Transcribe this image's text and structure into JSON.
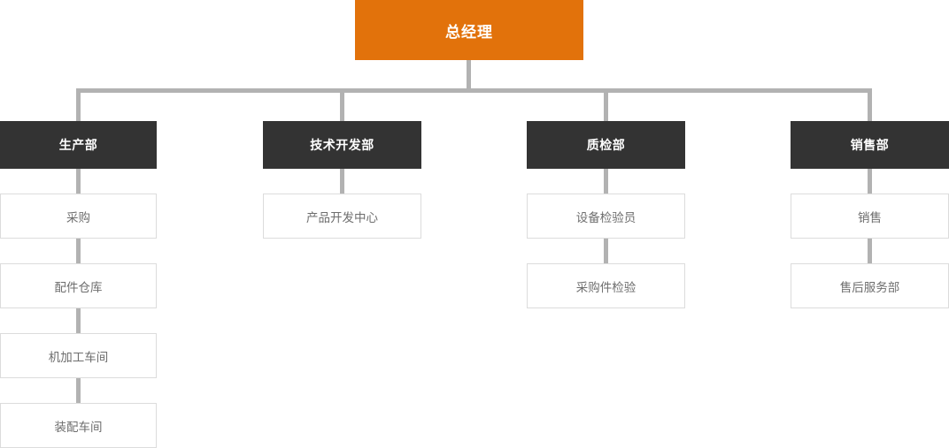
{
  "chart": {
    "title": "",
    "type": "org-chart",
    "colors": {
      "root_background": "#e2720b",
      "root_text": "#ffffff",
      "department_background": "#333333",
      "department_text": "#ffffff",
      "leaf_background": "#ffffff",
      "leaf_border": "#dcdcdc",
      "leaf_text": "#6e6e6e",
      "connector": "#b2b2b2",
      "page_background": "#ffffff"
    },
    "root": {
      "label": "总经理"
    },
    "branches": [
      {
        "department": "生产部",
        "children": [
          {
            "label": "采购"
          },
          {
            "label": "配件仓库"
          },
          {
            "label": "机加工车间"
          },
          {
            "label": "装配车间"
          }
        ]
      },
      {
        "department": "技术开发部",
        "children": [
          {
            "label": "产品开发中心"
          }
        ]
      },
      {
        "department": "质检部",
        "children": [
          {
            "label": "设备检验员"
          },
          {
            "label": "采购件检验"
          }
        ]
      },
      {
        "department": "销售部",
        "children": [
          {
            "label": "销售"
          },
          {
            "label": "售后服务部"
          }
        ]
      }
    ]
  }
}
